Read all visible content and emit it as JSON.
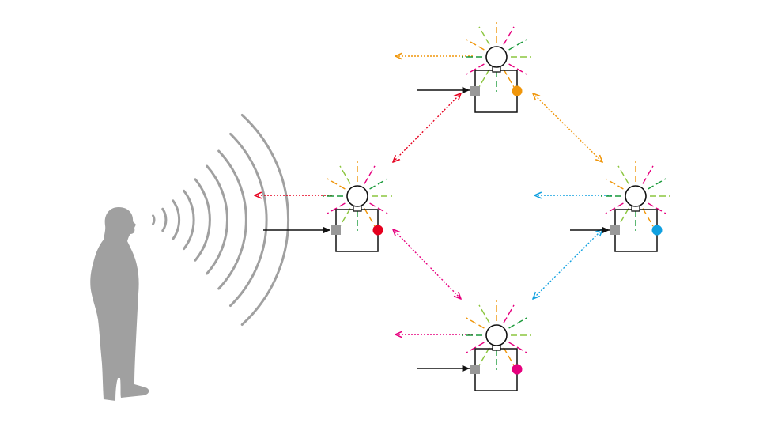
{
  "diagram": {
    "colors": {
      "line": "#111111",
      "figure": "#a0a0a0",
      "waves": "#a0a0a0",
      "input_port": "#999999",
      "orange": "#f0960a",
      "red": "#e6001e",
      "cyan": "#10a0e0",
      "magenta": "#e6007e",
      "green": "#1a9a3a",
      "lime": "#8cc63f",
      "yellow_orange": "#f5a623"
    },
    "listener": {
      "icon": "standing-person-icon"
    },
    "sound_waves": {
      "count": 9
    },
    "nodes": [
      {
        "id": "top",
        "output_color": "orange"
      },
      {
        "id": "left",
        "output_color": "red"
      },
      {
        "id": "right",
        "output_color": "cyan"
      },
      {
        "id": "bottom",
        "output_color": "magenta"
      }
    ],
    "links": [
      {
        "from": "top",
        "to": "left",
        "color": "red",
        "style": "dotted",
        "direction": "both"
      },
      {
        "from": "top",
        "to": "right",
        "color": "orange",
        "style": "dotted",
        "direction": "both"
      },
      {
        "from": "left",
        "to": "bottom",
        "color": "magenta",
        "style": "dotted",
        "direction": "both"
      },
      {
        "from": "right",
        "to": "bottom",
        "color": "cyan",
        "style": "dotted",
        "direction": "both"
      }
    ],
    "outputs": [
      {
        "node": "top",
        "color": "orange",
        "direction": "left"
      },
      {
        "node": "left",
        "color": "red",
        "direction": "left"
      },
      {
        "node": "right",
        "color": "cyan",
        "direction": "left"
      },
      {
        "node": "bottom",
        "color": "magenta",
        "direction": "left"
      }
    ],
    "inputs": [
      {
        "node": "top"
      },
      {
        "node": "left"
      },
      {
        "node": "right"
      },
      {
        "node": "bottom"
      }
    ]
  }
}
